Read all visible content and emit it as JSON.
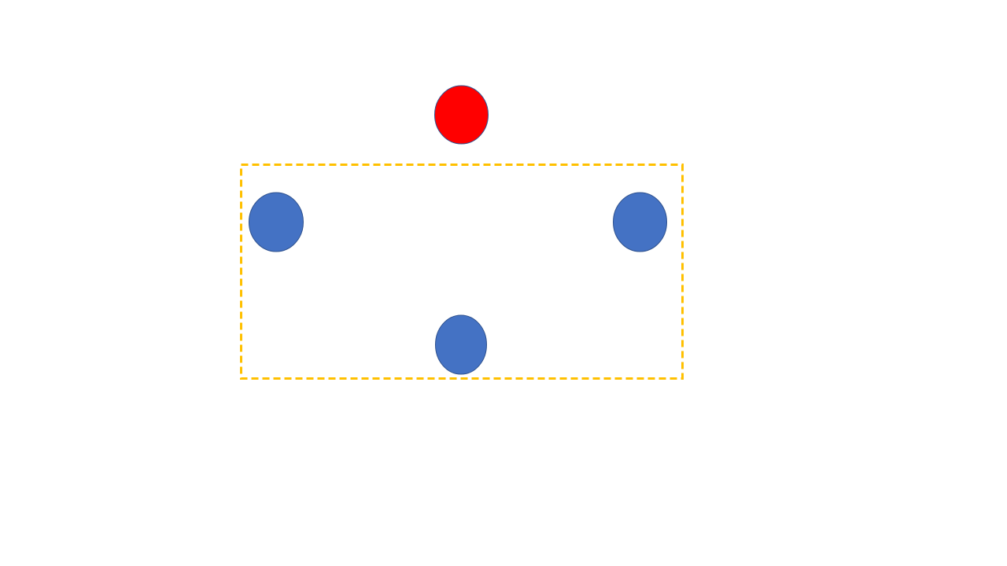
{
  "diagram": {
    "colors": {
      "background": "#FFFFFF",
      "region_stroke": "#FFC000",
      "node_outline": "#2F528F",
      "highlight_node_fill": "#FF0000",
      "member_node_fill": "#4472C4"
    },
    "region": {
      "style": "dashed"
    },
    "nodes": [
      {
        "role": "highlight",
        "inside_region": false
      },
      {
        "role": "member",
        "inside_region": true
      },
      {
        "role": "member",
        "inside_region": true
      },
      {
        "role": "member",
        "inside_region": true
      }
    ]
  }
}
